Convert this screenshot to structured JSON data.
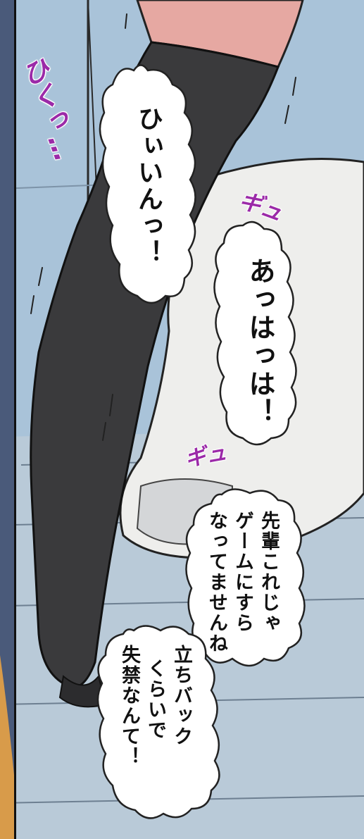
{
  "panel": {
    "sfx_tremble": "ひくっ…",
    "sfx_grab_1": "ギュ",
    "sfx_grab_2": "ギュ",
    "bubble_1": "ひぃいんっ！",
    "bubble_2": "あっはっは！",
    "bubble_3_line_1": "先輩これじゃ",
    "bubble_3_line_2": "ゲームにすら",
    "bubble_3_line_3": "なってませんね",
    "bubble_4_line_1": "立ちバック",
    "bubble_4_line_2": "くらいで",
    "bubble_4_line_3": "失禁なんて！"
  },
  "colors": {
    "wall": "#a9c3d9",
    "floor": "#b9cad8",
    "toilet": "#eeeeec",
    "stocking": "#3a3a3c",
    "skin": "#e6a8a2",
    "sfx": "#9b2aa8",
    "bubble": "#ffffff"
  }
}
